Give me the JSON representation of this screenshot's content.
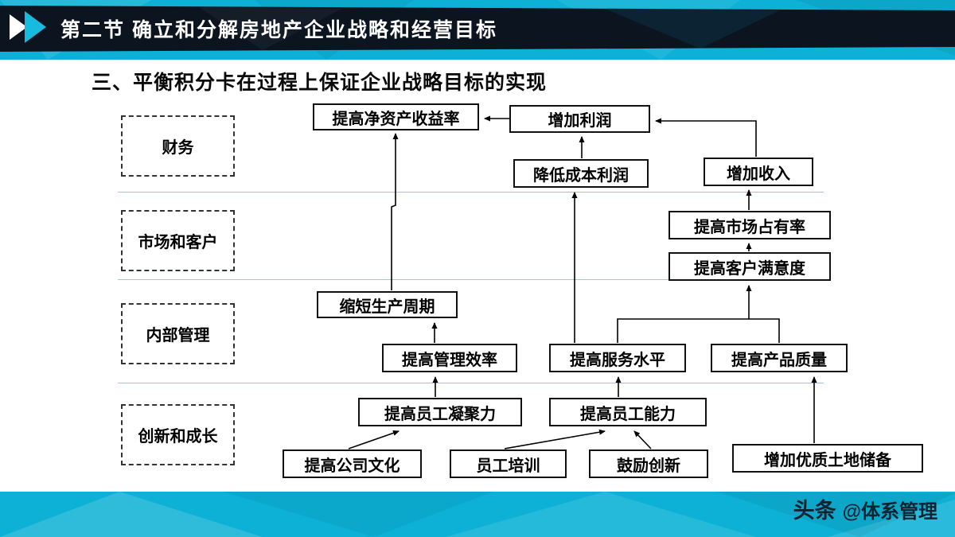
{
  "header": {
    "section_label": "第二节  确立和分解房地产企业战略和经营目标"
  },
  "slide": {
    "title": "三、平衡积分卡在过程上保证企业战略目标的实现"
  },
  "categories": [
    {
      "label": "财务"
    },
    {
      "label": "市场和客户"
    },
    {
      "label": "内部管理"
    },
    {
      "label": "创新和成长"
    }
  ],
  "boxes": [
    {
      "label": "提高净资产收益率"
    },
    {
      "label": "增加利润"
    },
    {
      "label": "降低成本利润"
    },
    {
      "label": "增加收入"
    },
    {
      "label": "提高市场占有率"
    },
    {
      "label": "提高客户满意度"
    },
    {
      "label": "缩短生产周期"
    },
    {
      "label": "提高管理效率"
    },
    {
      "label": "提高服务水平"
    },
    {
      "label": "提高产品质量"
    },
    {
      "label": "提高员工凝聚力"
    },
    {
      "label": "提高员工能力"
    },
    {
      "label": "提高公司文化"
    },
    {
      "label": "员工培训"
    },
    {
      "label": "鼓励创新"
    },
    {
      "label": "增加优质土地储备"
    }
  ],
  "edges": [
    {
      "from": "增加利润",
      "to": "提高净资产收益率"
    },
    {
      "from": "降低成本利润",
      "to": "增加利润"
    },
    {
      "from": "增加收入",
      "to": "增加利润"
    },
    {
      "from": "提高市场占有率",
      "to": "增加收入"
    },
    {
      "from": "提高客户满意度",
      "to": "提高市场占有率"
    },
    {
      "from": "缩短生产周期",
      "to": "提高净资产收益率"
    },
    {
      "from": "提高管理效率",
      "to": "缩短生产周期"
    },
    {
      "from": "提高服务水平",
      "to": "降低成本利润"
    },
    {
      "from": "提高服务水平",
      "to": "提高客户满意度"
    },
    {
      "from": "提高产品质量",
      "to": "提高客户满意度"
    },
    {
      "from": "提高员工凝聚力",
      "to": "提高管理效率"
    },
    {
      "from": "提高员工能力",
      "to": "提高服务水平"
    },
    {
      "from": "提高公司文化",
      "to": "提高员工凝聚力"
    },
    {
      "from": "员工培训",
      "to": "提高员工能力"
    },
    {
      "from": "鼓励创新",
      "to": "提高员工能力"
    },
    {
      "from": "增加优质土地储备",
      "to": "提高产品质量"
    }
  ],
  "watermark": {
    "brand": "头条",
    "handle": "@体系管理"
  },
  "colors": {
    "accent_cyan": "#0db1d6",
    "header_dark": "#0c1420",
    "separator": "#9fc6db",
    "box_border": "#111111"
  }
}
